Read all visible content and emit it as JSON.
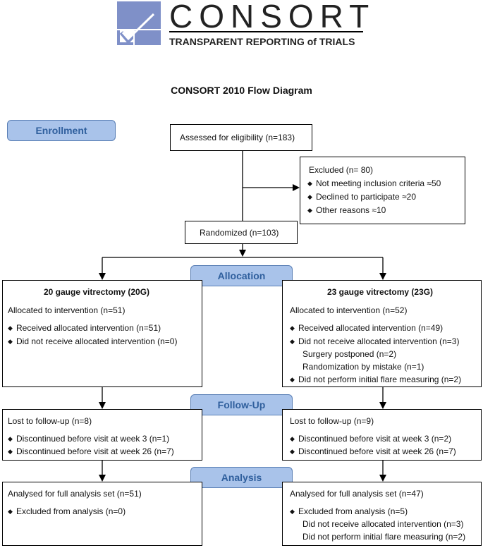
{
  "logo": {
    "name": "CONSORT",
    "tagline": "TRANSPARENT REPORTING of TRIALS"
  },
  "title": "CONSORT 2010 Flow Diagram",
  "stages": {
    "enrollment": "Enrollment",
    "allocation": "Allocation",
    "followup": "Follow-Up",
    "analysis": "Analysis"
  },
  "enrollment": {
    "assessed": "Assessed for eligibility (n=183)",
    "excluded_title": "Excluded (n= 80)",
    "excluded_items": [
      "Not meeting inclusion criteria ≈50",
      "Declined to participate ≈20",
      "Other reasons ≈10"
    ],
    "randomized": "Randomized (n=103)"
  },
  "left": {
    "arm_title": "20 gauge vitrectomy (20G)",
    "allocated": "Allocated to intervention (n=51)",
    "received": "Received allocated intervention (n=51)",
    "not_received": "Did not receive allocated intervention (n=0)",
    "lost": "Lost to follow-up (n=8)",
    "disc3": "Discontinued before visit at week 3 (n=1)",
    "disc26": "Discontinued before visit at week 26 (n=7)",
    "analysed": "Analysed for full analysis set (n=51)",
    "excluded": "Excluded from analysis (n=0)"
  },
  "right": {
    "arm_title": "23 gauge vitrectomy (23G)",
    "allocated": "Allocated to intervention (n=52)",
    "received": "Received allocated intervention (n=49)",
    "not_received": "Did not receive allocated intervention (n=3)",
    "postponed": "Surgery postponed (n=2)",
    "mistake": "Randomization by mistake (n=1)",
    "no_flare": "Did not perform initial flare measuring (n=2)",
    "lost": "Lost to follow-up (n=9)",
    "disc3": "Discontinued before visit at week 3 (n=2)",
    "disc26": "Discontinued before visit at week 26 (n=7)",
    "analysed": "Analysed for full analysis set (n=47)",
    "excluded": "Excluded from analysis (n=5)",
    "ex_not_received": "Did not receive allocated intervention (n=3)",
    "ex_no_flare": "Did not perform initial flare measuring (n=2)"
  },
  "colors": {
    "stage_fill": "#a9c3ea",
    "stage_text": "#2f5f9d",
    "logo_blue": "#7f90c8"
  }
}
